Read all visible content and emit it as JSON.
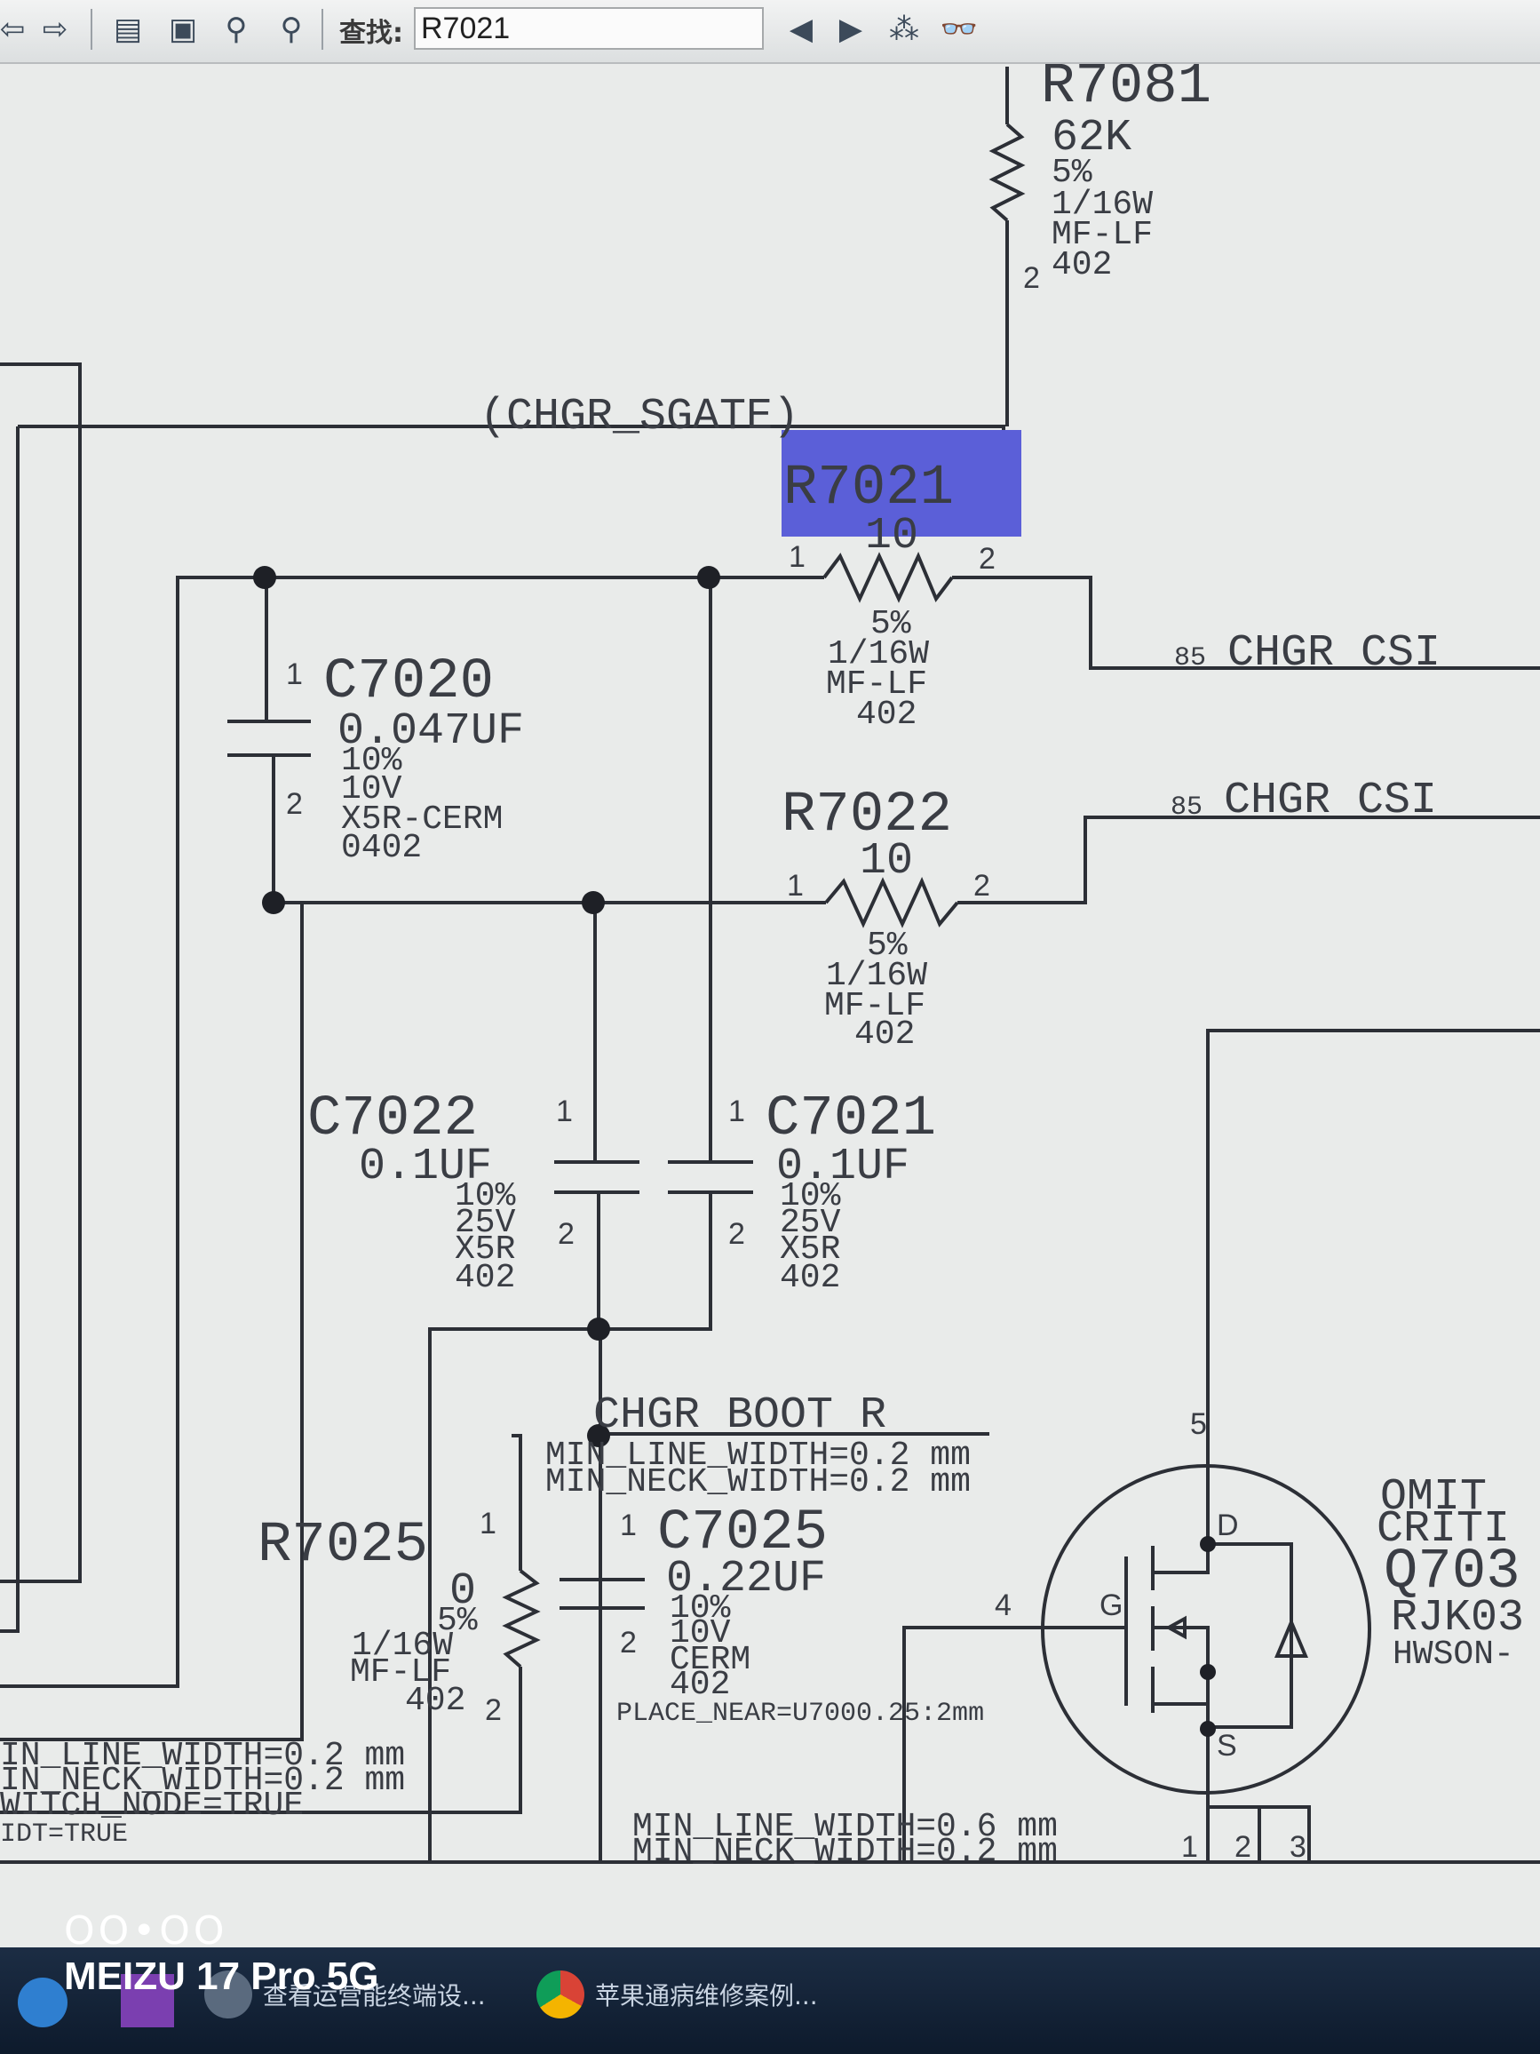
{
  "toolbar": {
    "find_label": "查找:",
    "find_value": "R7021"
  },
  "schematic": {
    "net_sgate": "(CHGR_SGATE)",
    "net_csi_1": "CHGR CSI",
    "net_csi_2": "CHGR CSI",
    "net_csi_1_pin": "85",
    "net_csi_2_pin": "85",
    "net_boot": "CHGR BOOT R",
    "r7081": {
      "ref": "R7081",
      "value": "62K",
      "tol": "5%",
      "power": "1/16W",
      "type": "MF-LF",
      "pkg": "402",
      "pin2": "2"
    },
    "r7021": {
      "ref": "R7021",
      "value": "10",
      "tol": "5%",
      "power": "1/16W",
      "type": "MF-LF",
      "pkg": "402",
      "pin1": "1",
      "pin2": "2"
    },
    "r7022": {
      "ref": "R7022",
      "value": "10",
      "tol": "5%",
      "power": "1/16W",
      "type": "MF-LF",
      "pkg": "402",
      "pin1": "1",
      "pin2": "2"
    },
    "r7025": {
      "ref": "R7025",
      "value": "0",
      "tol": "5%",
      "power": "1/16W",
      "type": "MF-LF",
      "pkg": "402",
      "pin1": "1",
      "pin2": "2"
    },
    "c7020": {
      "ref": "C7020",
      "value": "0.047UF",
      "tol": "10%",
      "volt": "10V",
      "type": "X5R-CERM",
      "pkg": "0402",
      "pin1": "1",
      "pin2": "2"
    },
    "c7021": {
      "ref": "C7021",
      "value": "0.1UF",
      "tol": "10%",
      "volt": "25V",
      "type": "X5R",
      "pkg": "402",
      "pin1": "1",
      "pin2": "2"
    },
    "c7022": {
      "ref": "C7022",
      "value": "0.1UF",
      "tol": "10%",
      "volt": "25V",
      "type": "X5R",
      "pkg": "402",
      "pin1": "1",
      "pin2": "2"
    },
    "c7025": {
      "ref": "C7025",
      "value": "0.22UF",
      "tol": "10%",
      "volt": "10V",
      "type": "CERM",
      "pkg": "402",
      "pin1": "1",
      "pin2": "2",
      "place": "PLACE_NEAR=U7000.25:2mm"
    },
    "boot_line_width": "MIN_LINE_WIDTH=0.2 mm",
    "boot_neck_width": "MIN_NECK_WIDTH=0.2 mm",
    "left_line_width": "IN_LINE_WIDTH=0.2 mm",
    "left_neck_width": "IN_NECK_WIDTH=0.2 mm",
    "left_switch_node": "WITCH_NODE=TRUE",
    "left_dt": "IDT=TRUE",
    "bottom_line_width": "MIN_LINE_WIDTH=0.6 mm",
    "bottom_neck_width": "MIN_NECK_WIDTH=0.2 mm",
    "q7030": {
      "omit": "OMIT",
      "crit": "CRITI",
      "ref": "Q703",
      "part": "RJK03",
      "pkg": "HWSON-",
      "pin_d": "D",
      "pin_g": "G",
      "pin_s": "S",
      "pin5": "5",
      "pin4": "4",
      "pin1": "1",
      "pin2": "2",
      "pin3": "3"
    }
  },
  "overlay": {
    "dots": "OO•OO",
    "camera_model": "MEIZU 17 Pro 5G"
  },
  "taskbar": {
    "task1": "查看运营能终端设...",
    "task2": "苹果通病维修案例..."
  },
  "colors": {
    "highlight": "#5b5fd8",
    "wire": "#2c2f36",
    "background": "#e9ebea"
  }
}
